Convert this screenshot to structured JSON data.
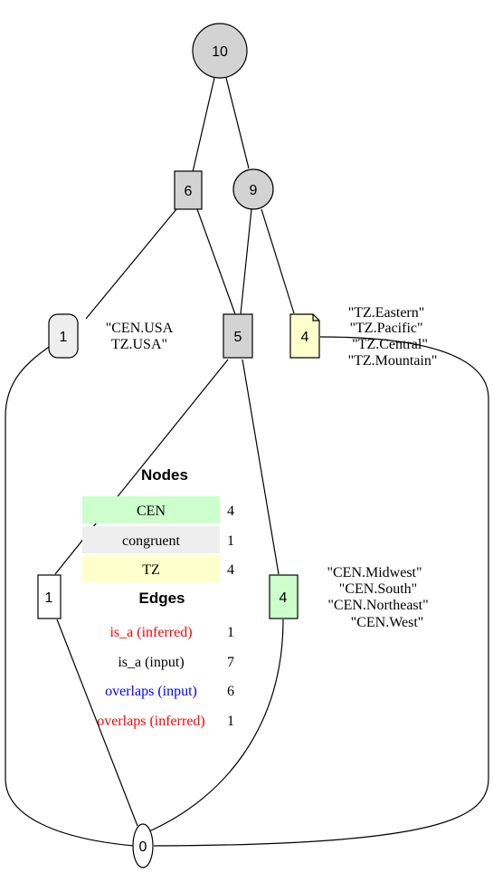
{
  "colors": {
    "node_gray": "#d3d3d3",
    "node_light": "#eeeeee",
    "node_yellow": "#ffffcc",
    "node_green": "#ccffcc",
    "row_cen": "#ccffcc",
    "row_congruent": "#eeeeee",
    "row_tz": "#ffffcc",
    "red": "#ff0000",
    "blue": "#0000ff",
    "black": "#000000"
  },
  "nodes": {
    "n10": "10",
    "n6": "6",
    "n9": "9",
    "n1_top": "1",
    "n5": "5",
    "n4_tz": "4",
    "n1_bottom": "1",
    "n4_cen": "4",
    "n0": "0"
  },
  "labels": {
    "usa": [
      "\"CEN.USA",
      "TZ.USA\""
    ],
    "tz": [
      "\"TZ.Eastern\"",
      "\"TZ.Pacific\"",
      "\"TZ.Central\"",
      "\"TZ.Mountain\""
    ],
    "cen": [
      "\"CEN.Midwest\"",
      "\"CEN.South\"",
      "\"CEN.Northeast\"",
      "\"CEN.West\""
    ]
  },
  "legend": {
    "nodes_title": "Nodes",
    "node_rows": [
      {
        "label": "CEN",
        "count": "4"
      },
      {
        "label": "congruent",
        "count": "1"
      },
      {
        "label": "TZ",
        "count": "4"
      }
    ],
    "edges_title": "Edges",
    "edge_rows": [
      {
        "label": "is_a (inferred)",
        "count": "1"
      },
      {
        "label": "is_a (input)",
        "count": "7"
      },
      {
        "label": "overlaps (input)",
        "count": "6"
      },
      {
        "label": "overlaps (inferred)",
        "count": "1"
      }
    ]
  }
}
